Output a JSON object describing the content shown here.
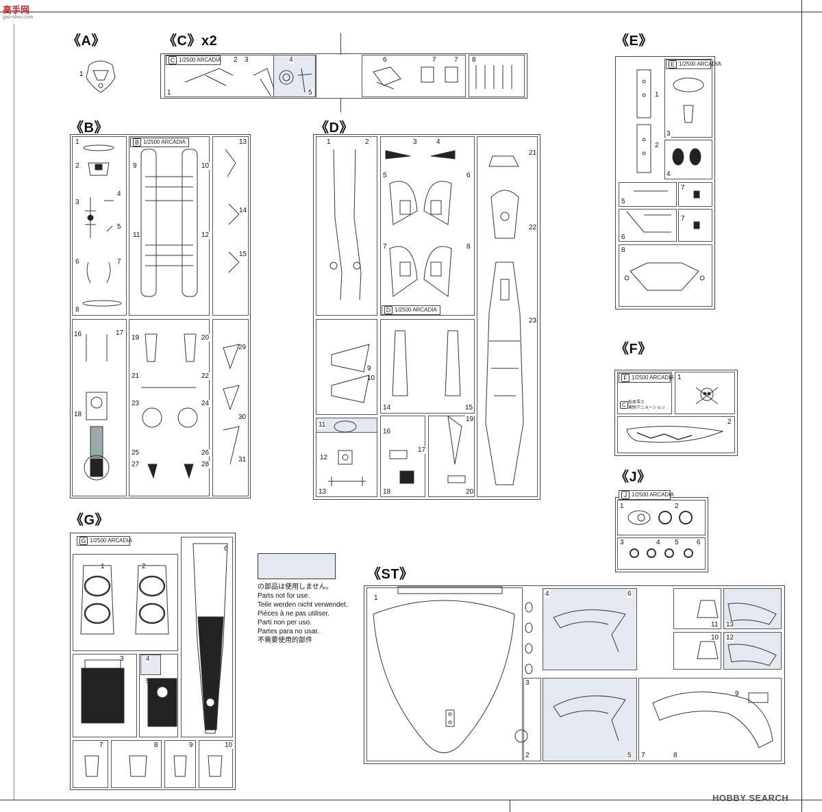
{
  "watermark": {
    "chars": "高手网",
    "url": "gao-shou.com"
  },
  "hobby_watermark": "HOBBY SEARCH",
  "runner_title": "1/2500 ARCADIA",
  "sections": {
    "A": {
      "label": "《A》",
      "parts": [
        "1"
      ]
    },
    "C": {
      "label": "《C》x2",
      "tag": "C",
      "parts": [
        "1",
        "2",
        "3",
        "4",
        "5",
        "6",
        "7",
        "7",
        "8"
      ]
    },
    "B": {
      "label": "《B》",
      "tag": "B",
      "parts": [
        "1",
        "2",
        "3",
        "4",
        "5",
        "6",
        "7",
        "8",
        "9",
        "10",
        "11",
        "12",
        "13",
        "14",
        "15",
        "16",
        "17",
        "18",
        "19",
        "20",
        "21",
        "22",
        "23",
        "24",
        "25",
        "26",
        "27",
        "28",
        "29",
        "30",
        "31"
      ]
    },
    "D": {
      "label": "《D》",
      "tag": "D",
      "parts": [
        "1",
        "2",
        "3",
        "4",
        "5",
        "6",
        "7",
        "8",
        "9",
        "10",
        "11",
        "12",
        "13",
        "14",
        "15",
        "16",
        "17",
        "18",
        "19",
        "20",
        "21",
        "22",
        "23"
      ]
    },
    "E": {
      "label": "《E》",
      "tag": "E",
      "parts": [
        "1",
        "2",
        "3",
        "4",
        "5",
        "6",
        "7",
        "7",
        "8"
      ]
    },
    "F": {
      "label": "《F》",
      "tag": "F",
      "parts": [
        "1",
        "2"
      ],
      "copyright_letter": "C",
      "copyright_text": "松本零士\n東映アニメーション"
    },
    "J": {
      "label": "《J》",
      "tag": "J",
      "parts": [
        "1",
        "2",
        "3",
        "4",
        "5",
        "6"
      ]
    },
    "G": {
      "label": "《G》",
      "tag": "G",
      "parts": [
        "1",
        "2",
        "3",
        "4",
        "5",
        "6",
        "7",
        "8",
        "9",
        "10"
      ]
    },
    "ST": {
      "label": "《ST》",
      "parts": [
        "1",
        "2",
        "3",
        "4",
        "5",
        "6",
        "7",
        "8",
        "9",
        "10",
        "11",
        "12",
        "13"
      ]
    }
  },
  "legend": {
    "lines": [
      "の部品は使用しません。",
      "Parts not for use.",
      "Teile werden nicht verwendet.",
      "Pièces à ne pas utiliser.",
      "Parti non per uso.",
      "Partes para no usar.",
      "不需要使用的部件"
    ],
    "swatch_color": "#e3e8f1"
  }
}
